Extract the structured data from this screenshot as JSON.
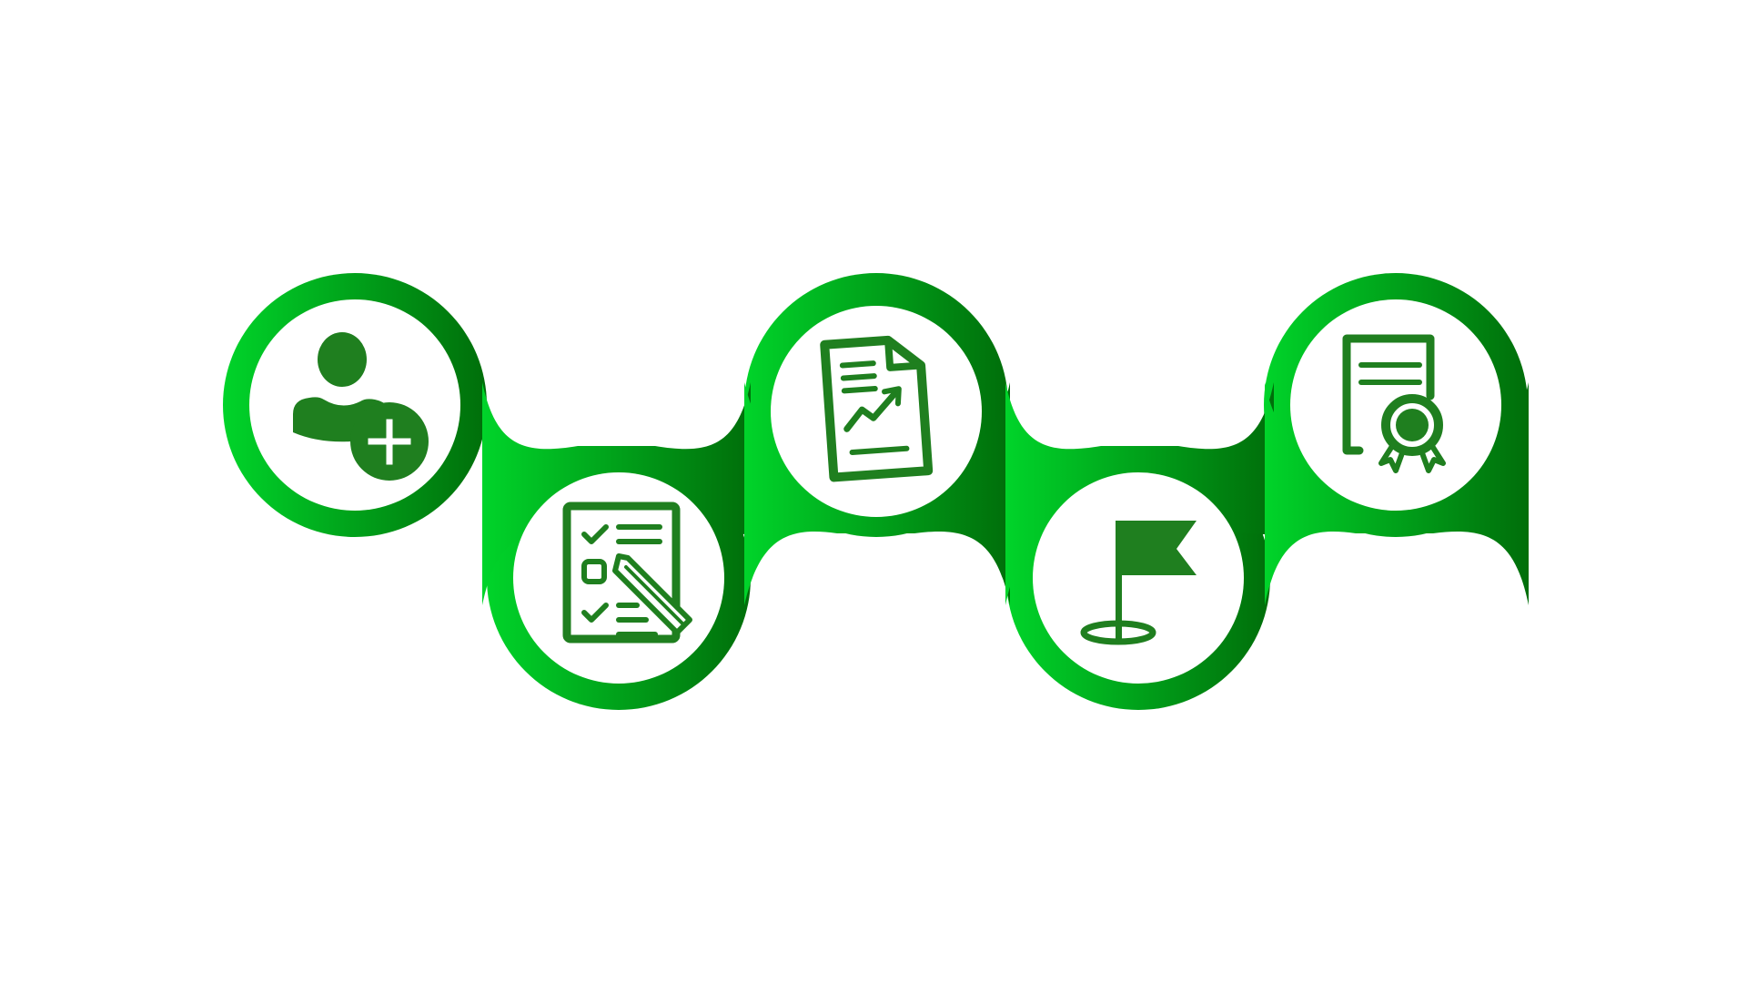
{
  "diagram": {
    "type": "process-timeline",
    "gradient": {
      "start": "#00D42A",
      "end": "#006E0A"
    },
    "icon_color": "#1F7F1F",
    "steps": [
      {
        "icon": "add-user-icon",
        "position": "top"
      },
      {
        "icon": "checklist-pencil-icon",
        "position": "bottom"
      },
      {
        "icon": "growth-report-icon",
        "position": "top"
      },
      {
        "icon": "goal-flag-icon",
        "position": "bottom"
      },
      {
        "icon": "certificate-award-icon",
        "position": "top"
      }
    ]
  }
}
